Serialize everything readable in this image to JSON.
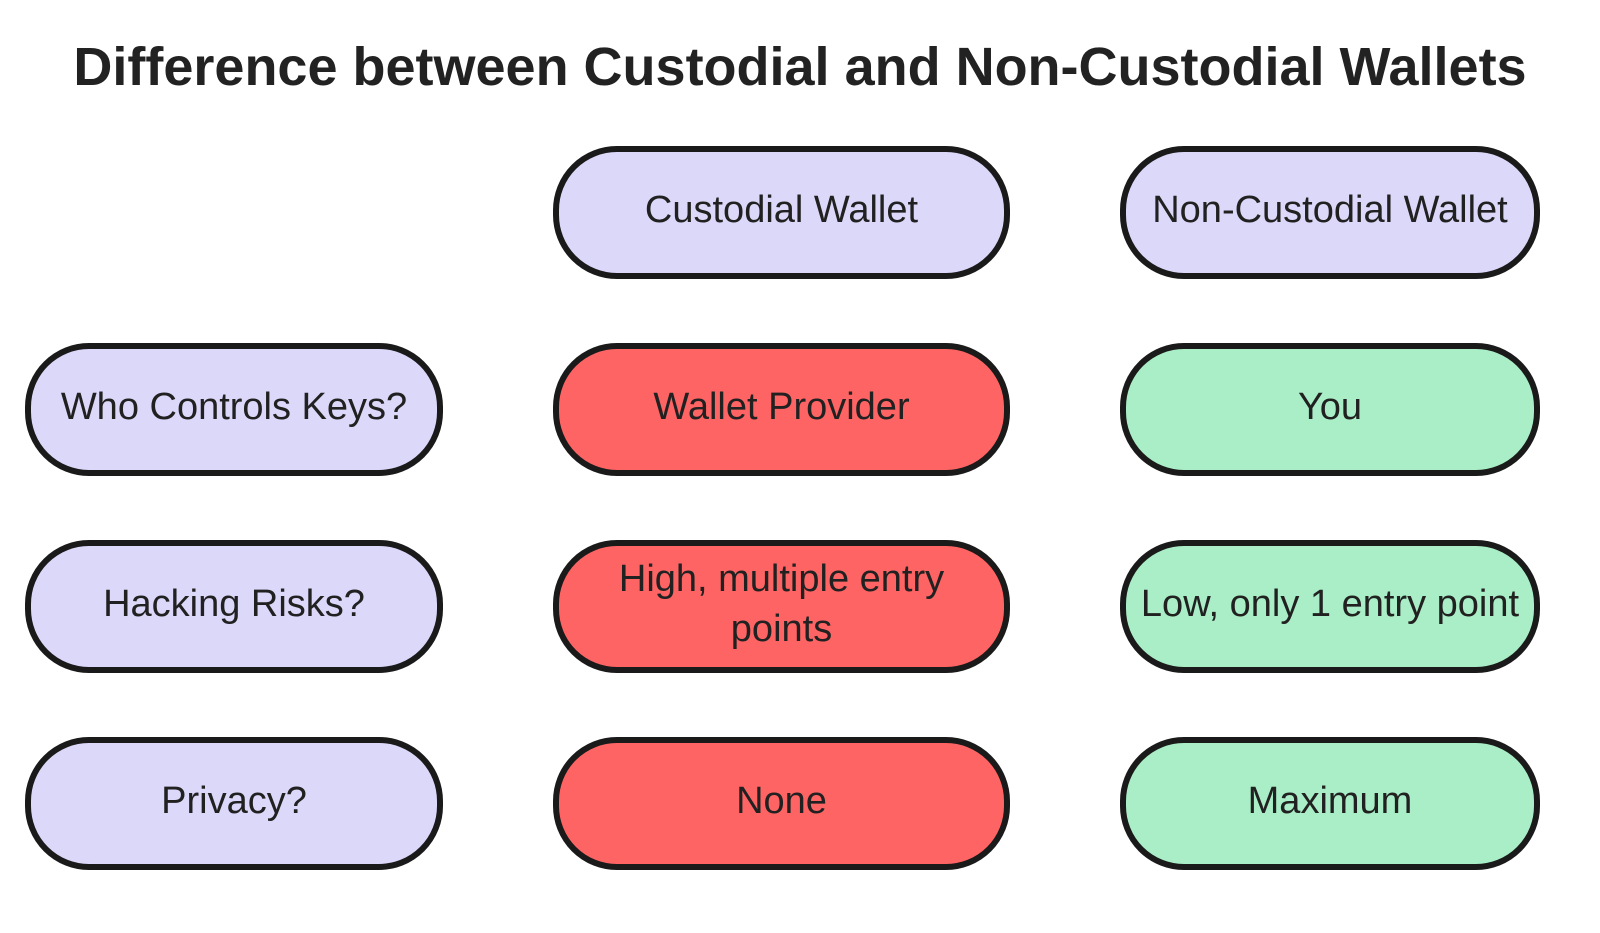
{
  "title": "Difference between Custodial and Non-Custodial Wallets",
  "column_headers": [
    {
      "label": "Custodial Wallet"
    },
    {
      "label": "Non-Custodial Wallet"
    }
  ],
  "rows": [
    {
      "question": "Who Controls Keys?",
      "custodial": "Wallet Provider",
      "non_custodial": "You"
    },
    {
      "question": "Hacking Risks?",
      "custodial": "High, multiple entry points",
      "non_custodial": "Low, only 1 entry point"
    },
    {
      "question": "Privacy?",
      "custodial": "None",
      "non_custodial": "Maximum"
    }
  ],
  "colors": {
    "lavender": "#dcd8f9",
    "red": "#fe6464",
    "green": "#a9eec6",
    "border": "#1a1a1a",
    "text": "#212121",
    "title": "#222222",
    "background": "#ffffff"
  }
}
